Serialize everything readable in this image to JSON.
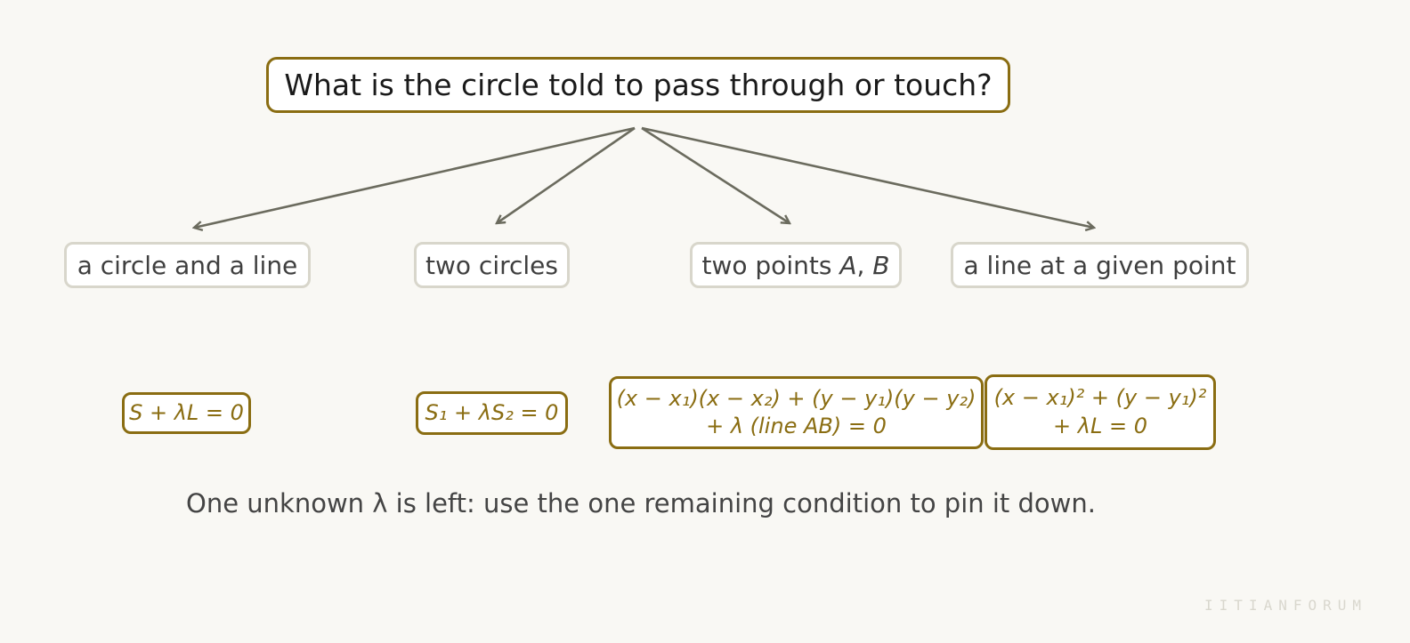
{
  "question": "What is the circle told to pass through or touch?",
  "cases": [
    {
      "label": "a circle and a line"
    },
    {
      "label": "two circles"
    },
    {
      "label_pre": "two points ",
      "label_italic1": "A",
      "label_mid": ", ",
      "label_italic2": "B"
    },
    {
      "label": "a line at a given point"
    }
  ],
  "formulas": [
    {
      "text": "S + λL = 0"
    },
    {
      "text": "S₁ + λS₂ = 0"
    },
    {
      "line1": "(x − x₁)(x − x₂) + (y − y₁)(y − y₂)",
      "line2": "+ λ (line AB) = 0"
    },
    {
      "line1": "(x − x₁)² + (y − y₁)²",
      "line2": "+ λL = 0"
    }
  ],
  "note": "One unknown λ is left: use the one remaining condition to pin it down.",
  "watermark": "IITIANFORUM",
  "colors": {
    "accent": "#8a6d12",
    "arrow": "#6b6b5e",
    "case_border": "#d8d6cb",
    "background": "#f9f8f4"
  }
}
